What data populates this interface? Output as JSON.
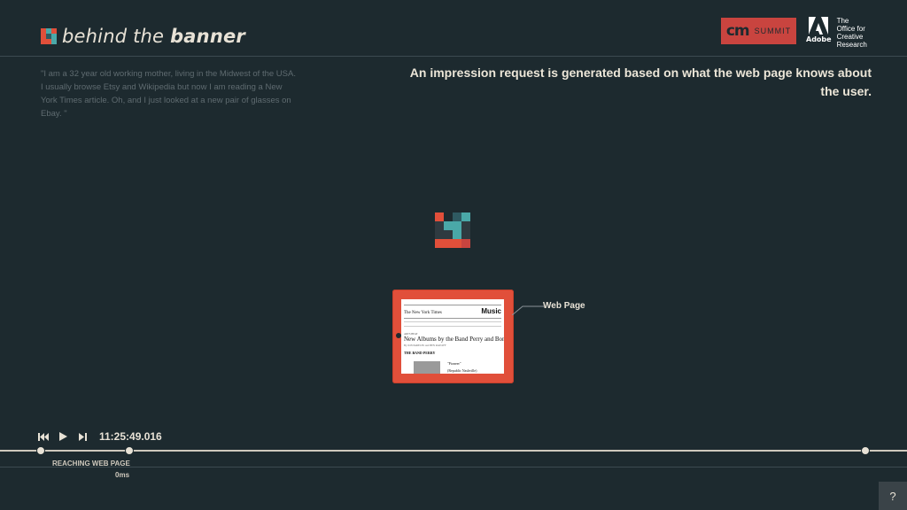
{
  "header": {
    "logo_light": "behind the ",
    "logo_bold": "banner",
    "cm_text": "cm",
    "summit_text": "SUMMIT",
    "adobe_word": "Adobe",
    "ocr_lines": [
      "The",
      "Office for",
      "Creative",
      "Research"
    ]
  },
  "quote": "\"I am a 32 year old working mother, living in the Midwest of the USA. I usually browse Etsy and Wikipedia but now I am reading a New York Times article. Oh, and I just looked at a new pair of glasses on Ebay. \"",
  "headline": "An impression request is generated based on what the web page knows about the user.",
  "device": {
    "label": "Web Page",
    "screen": {
      "masthead": "The New York Times",
      "section": "Music",
      "small_label": "ARTS BEAT",
      "article_title": "New Albums by the Band Perry and Bond",
      "byline": "By JON PARELES and BEN RATLIFF",
      "caps_title": "THE BAND PERRY",
      "quote_mini": "\"Pioneer\"",
      "quote_mini2": "(Republic Nashville)"
    }
  },
  "player": {
    "timecode": "11:25:49.016",
    "stage_label": "REACHING WEB PAGE",
    "stage_time": "0ms"
  },
  "help_label": "?",
  "icons": {
    "prev": "skip-back-icon",
    "play": "play-icon",
    "next": "skip-forward-icon"
  },
  "colors": {
    "background": "#1d2a2f",
    "accent_red": "#e14f3a",
    "accent_teal": "#4aa8a8",
    "text": "#e8e2d6"
  }
}
